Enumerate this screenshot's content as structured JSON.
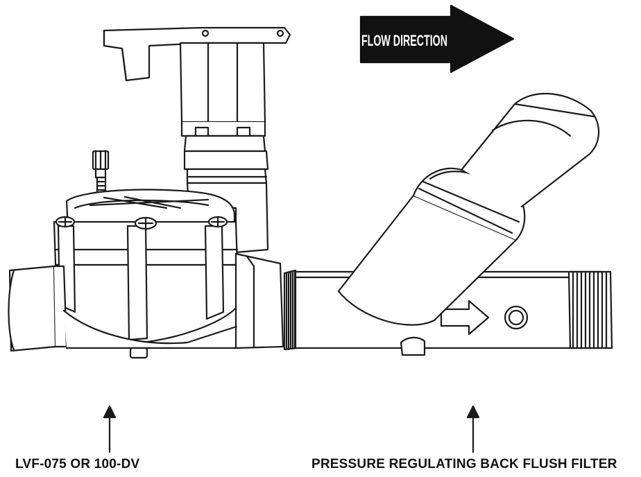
{
  "banner": {
    "text": "FLOW DIRECTION",
    "fill_color": "#111111",
    "text_color": "#ffffff"
  },
  "labels": {
    "valve": "LVF-075 OR 100-DV",
    "filter": "PRESSURE REGULATING BACK FLUSH FILTER"
  },
  "colors": {
    "line": "#1a1a1a",
    "background": "#ffffff"
  }
}
